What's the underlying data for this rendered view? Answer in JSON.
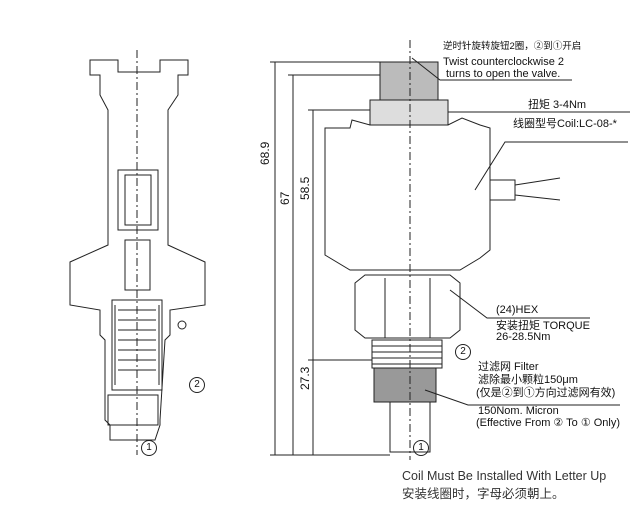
{
  "annotations": {
    "twist_cn": "逆时针旋转旋钮2圈，②到①开启",
    "twist_en_1": "Twist counterclockwise 2",
    "twist_en_2": "turns to open the valve.",
    "torque_knob": "扭矩 3-4Nm",
    "coil": "线圈型号Coil:LC-08-*",
    "hex": "(24)HEX",
    "install_torque": "安装扭矩 TORQUE",
    "install_torque_value": "26-28.5Nm",
    "filter_1": "过滤网 Filter",
    "filter_2": "滤除最小颗粒150μm",
    "filter_3": "(仅是②到①方向过滤网有效)",
    "filter_4": "150Nom. Micron",
    "filter_5": "(Effective From ② To ① Only)"
  },
  "dimensions": {
    "d1": "68.9",
    "d2": "67",
    "d3": "58.5",
    "d4": "27.3"
  },
  "ports": {
    "port1": "1",
    "port2": "2"
  },
  "footer": {
    "en": "Coil Must Be Installed With Letter Up",
    "cn": "安装线圈时，字母必须朝上。"
  }
}
